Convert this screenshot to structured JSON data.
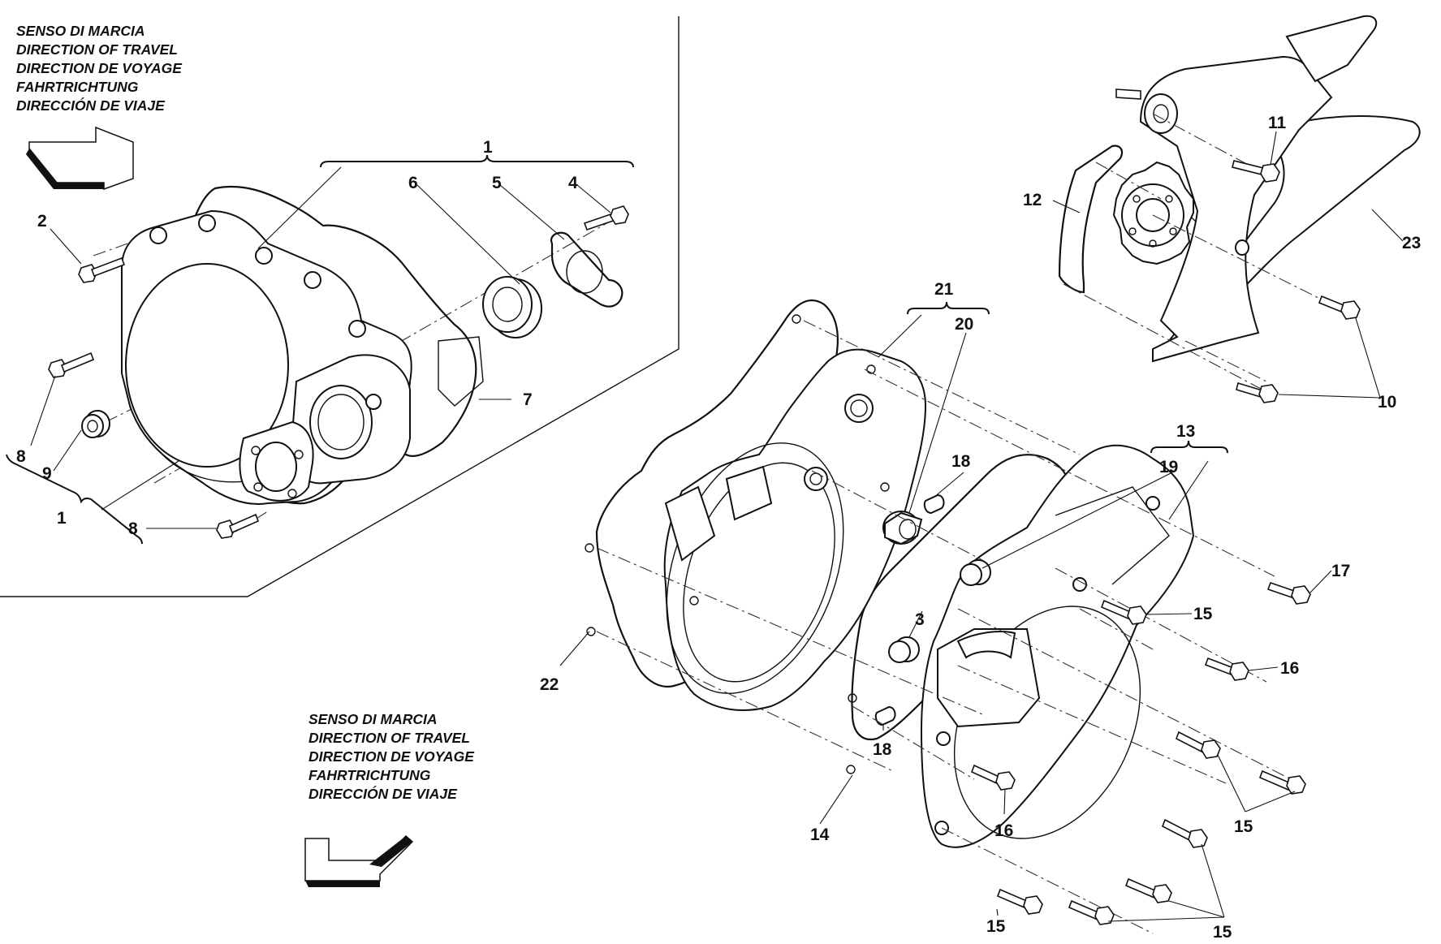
{
  "direction_top": [
    "SENSO DI MARCIA",
    "DIRECTION OF TRAVEL",
    "DIRECTION DE VOYAGE",
    "FAHRTRICHTUNG",
    "DIRECCIÓN DE VIAJE"
  ],
  "direction_bottom": [
    "SENSO DI MARCIA",
    "DIRECTION OF TRAVEL",
    "DIRECTION DE VOYAGE",
    "FAHRTRICHTUNG",
    "DIRECCIÓN DE VIAJE"
  ],
  "labels": {
    "n1_top": "1",
    "n1_bottom": "1",
    "n2": "2",
    "n3": "3",
    "n4": "4",
    "n5": "5",
    "n6": "6",
    "n7": "7",
    "n8_top": "8",
    "n8_bottom": "8",
    "n9": "9",
    "n10": "10",
    "n11": "11",
    "n12": "12",
    "n13": "13",
    "n14": "14",
    "n15_a": "15",
    "n15_b": "15",
    "n15_c": "15",
    "n15_d": "15",
    "n16_a": "16",
    "n16_b": "16",
    "n17": "17",
    "n18_a": "18",
    "n18_b": "18",
    "n19": "19",
    "n20": "20",
    "n21": "21",
    "n22": "22",
    "n23": "23"
  }
}
